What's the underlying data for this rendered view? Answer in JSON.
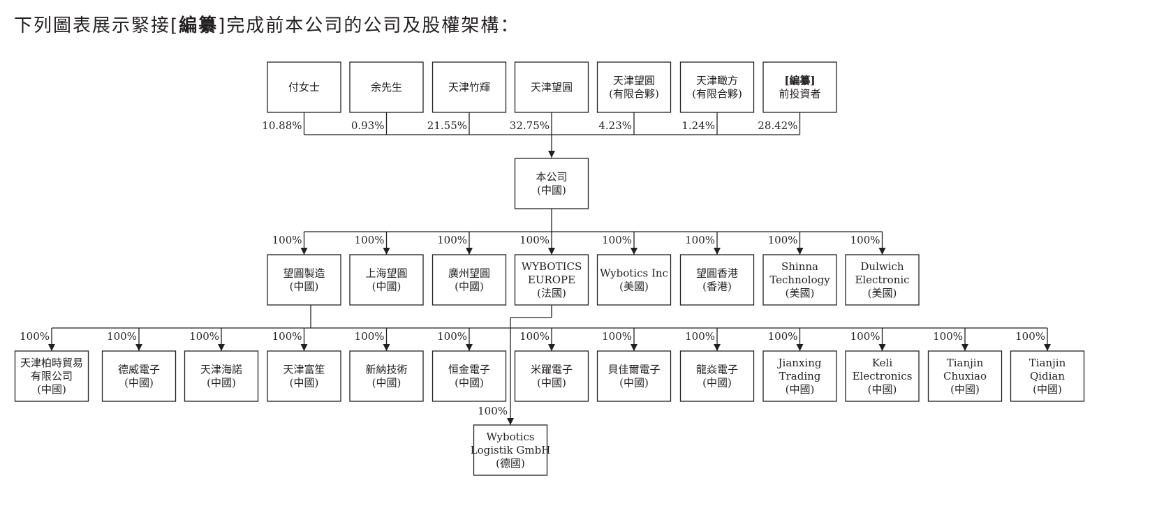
{
  "heading": {
    "pre": "下列圖表展示緊接[",
    "bold": "編纂",
    "post": "]完成前本公司的公司及股權架構："
  },
  "shareholders": [
    {
      "label": [
        "付女士"
      ],
      "pct": "10.88%"
    },
    {
      "label": [
        "余先生"
      ],
      "pct": "0.93%"
    },
    {
      "label": [
        "天津竹輝"
      ],
      "pct": "21.55%"
    },
    {
      "label": [
        "天津望圓"
      ],
      "pct": "32.75%"
    },
    {
      "label": [
        "天津望圓",
        "(有限合夥)"
      ],
      "pct": "4.23%"
    },
    {
      "label": [
        "天津瞰方",
        "(有限合夥)"
      ],
      "pct": "1.24%"
    },
    {
      "label": [
        "[編纂]",
        "前投資者"
      ],
      "pct": "28.42%",
      "bold_first": true
    }
  ],
  "company": {
    "label": [
      "本公司",
      "(中國)"
    ]
  },
  "subsidiaries": [
    {
      "label": [
        "望圓製造",
        "(中國)"
      ],
      "pct": "100%"
    },
    {
      "label": [
        "上海望圓",
        "(中國)"
      ],
      "pct": "100%"
    },
    {
      "label": [
        "廣州望圓",
        "(中國)"
      ],
      "pct": "100%"
    },
    {
      "label": [
        "WYBOTICS",
        "EUROPE",
        "(法國)"
      ],
      "pct": "100%"
    },
    {
      "label": [
        "Wybotics Inc",
        "(美國)"
      ],
      "pct": "100%"
    },
    {
      "label": [
        "望圓香港",
        "(香港)"
      ],
      "pct": "100%"
    },
    {
      "label": [
        "Shinna",
        "Technology",
        "(美國)"
      ],
      "pct": "100%"
    },
    {
      "label": [
        "Dulwich",
        "Electronic",
        "(美國)"
      ],
      "pct": "100%"
    }
  ],
  "manufacturing_subsidiaries": [
    {
      "label": [
        "天津柏時貿易",
        "有限公司",
        "(中國)"
      ],
      "pct": "100%"
    },
    {
      "label": [
        "德威電子",
        "(中國)"
      ],
      "pct": "100%"
    },
    {
      "label": [
        "天津海諾",
        "(中國)"
      ],
      "pct": "100%"
    },
    {
      "label": [
        "天津富笙",
        "(中國)"
      ],
      "pct": "100%"
    },
    {
      "label": [
        "新納技術",
        "(中國)"
      ],
      "pct": "100%"
    },
    {
      "label": [
        "恒金電子",
        "(中國)"
      ],
      "pct": "100%"
    },
    {
      "label": [
        "米躍電子",
        "(中國)"
      ],
      "pct": "100%"
    },
    {
      "label": [
        "貝佳爾電子",
        "(中國)"
      ],
      "pct": "100%"
    },
    {
      "label": [
        "龍焱電子",
        "(中國)"
      ],
      "pct": "100%"
    },
    {
      "label": [
        "Jianxing",
        "Trading",
        "(中國)"
      ],
      "pct": "100%"
    },
    {
      "label": [
        "Keli",
        "Electronics",
        "(中國)"
      ],
      "pct": "100%"
    },
    {
      "label": [
        "Tianjin",
        "Chuxiao",
        "(中國)"
      ],
      "pct": "100%"
    },
    {
      "label": [
        "Tianjin",
        "Qidian",
        "(中國)"
      ],
      "pct": "100%"
    }
  ],
  "europe_subsidiary": {
    "label": [
      "Wybotics",
      "Logistik GmbH",
      "(德國)"
    ],
    "pct": "100%"
  }
}
